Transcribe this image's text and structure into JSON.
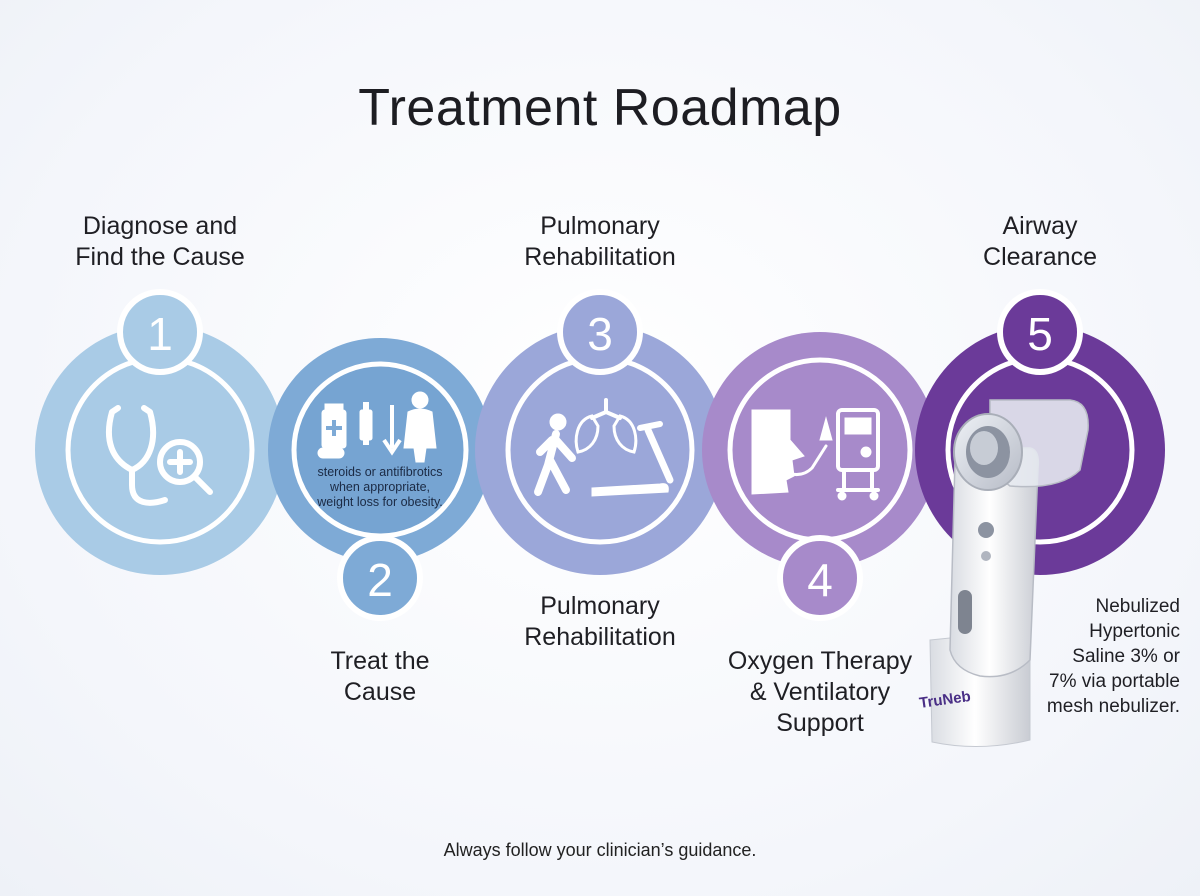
{
  "title": "Treatment Roadmap",
  "steps": [
    {
      "number": "1",
      "label": "Diagnose and\nFind the Cause",
      "color": "#a9cbe6",
      "ring": "#c2dbef",
      "icon": "stethoscope-magnifier-icon"
    },
    {
      "number": "2",
      "label": "Treat the\nCause",
      "color": "#7aaad6",
      "ring": "#8db8de",
      "icon": "medication-weight-icon",
      "note": "steroids or antifibrotics\nwhen appropriate,\nweight loss for obesity."
    },
    {
      "number": "3",
      "label": "Pulmonary\nRehabilitation",
      "color": "#9aa6d8",
      "ring": "#adb7e0",
      "icon": "walking-lungs-treadmill-icon",
      "label_below": "Pulmonary\nRehabilitation"
    },
    {
      "number": "4",
      "label": "Oxygen Therapy\n& Ventilatory\nSupport",
      "color": "#a688c9",
      "ring": "#b89dd4",
      "icon": "oxygen-ventilator-icon"
    },
    {
      "number": "5",
      "label": "Airway\nClearance",
      "color": "#6a3a98",
      "ring": "#7c4eab",
      "icon": "mesh-nebulizer-device",
      "note": "Nebulized\nHypertonic\nSaline 3% or\n7% via portable\nmesh nebulizer."
    }
  ],
  "device_brand": "TruNeb",
  "footer": "Always follow your clinician’s guidance."
}
